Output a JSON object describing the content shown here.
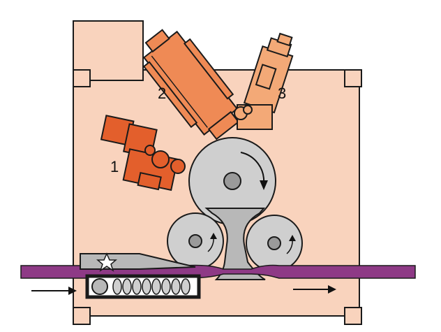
{
  "colors": {
    "frame": "#f9d3bd",
    "frame_stroke": "#1a1a1a",
    "roller": "#cfcfcf",
    "roller_hub": "#9a9a9a",
    "web": "#8e3a86",
    "unit1": "#e35f2c",
    "unit2": "#ef8a55",
    "unit3": "#f3a977",
    "spring_box": "#ffffff"
  },
  "labels": {
    "unit1": "1",
    "unit2": "2",
    "unit3": "3"
  },
  "icons": {
    "direction_in": "arrow-right-icon",
    "direction_out": "arrow-right-icon",
    "rotation": "curved-arrow-icon",
    "lock": "star-icon"
  }
}
